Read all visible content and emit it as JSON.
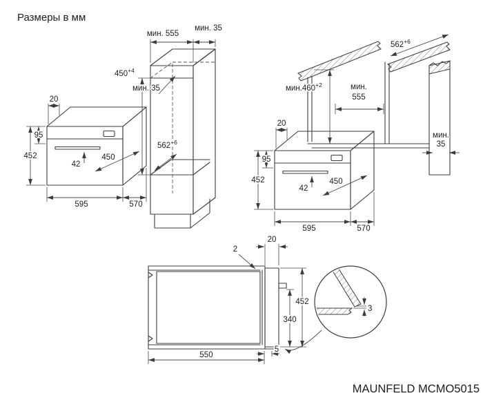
{
  "title": "Размеры в мм",
  "model": "MAUNFELD MCMO5015",
  "oven": {
    "front_overhang": "20",
    "panel_height": "95",
    "height": "452",
    "handle_offset": "42",
    "body_depth": "450",
    "width": "595",
    "depth": "570"
  },
  "tall_cabinet": {
    "niche_depth_min": "мин. 555",
    "rear_gap_min": "мин. 35",
    "niche_height": "450",
    "niche_height_tol": "+4",
    "inner_gap_min": "мин. 35",
    "depth": "562",
    "depth_tol": "+6"
  },
  "corner_unit": {
    "depth": "562",
    "depth_tol": "+6",
    "niche_height_min": "мин.460",
    "niche_height_tol": "+2",
    "depth_min_word": "мин.",
    "depth_min_value": "555",
    "rear_gap_word": "мин.",
    "rear_gap_value": "35"
  },
  "side_view": {
    "top_gap": "2",
    "frame_depth": "20",
    "height": "452",
    "lower_height": "340",
    "body_depth": "550",
    "bottom_gap": "5"
  },
  "detail": {
    "gap": "3"
  }
}
